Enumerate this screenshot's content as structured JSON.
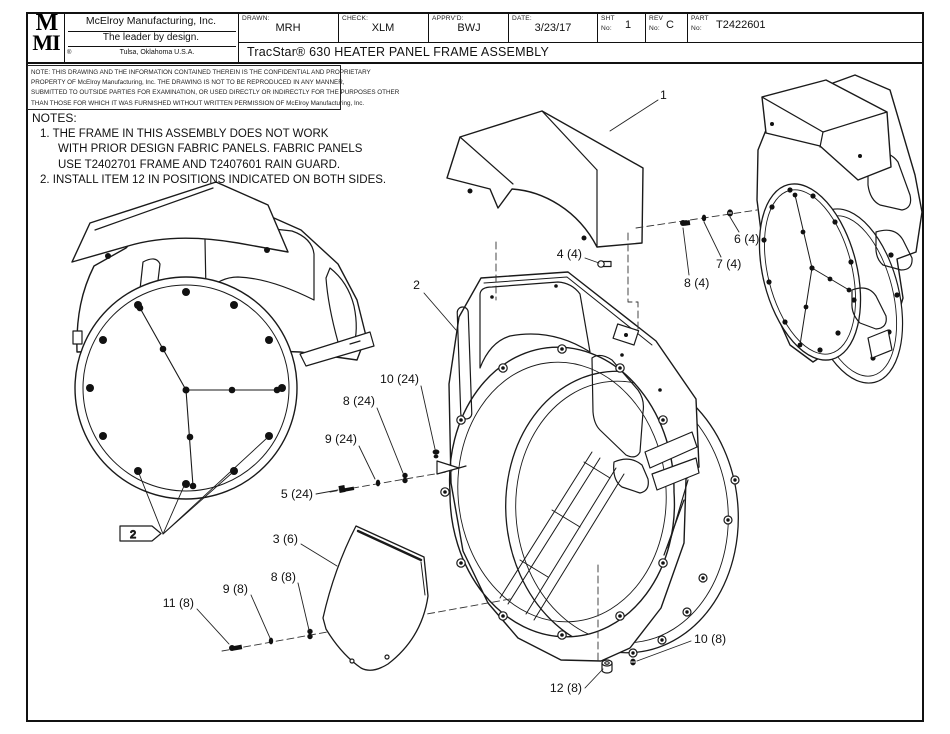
{
  "title_block": {
    "logo_line1": "M",
    "logo_line2": "MI",
    "company_name": "McElroy Manufacturing, Inc.",
    "tagline": "The leader by design.",
    "location": "Tulsa, Oklahoma U.S.A.",
    "location_mark": "®",
    "drawing_title": "TracStar® 630 HEATER PANEL FRAME ASSEMBLY",
    "fields": {
      "drawn": {
        "label": "DRAWN:",
        "value": "MRH"
      },
      "check": {
        "label": "CHECK:",
        "value": "XLM"
      },
      "apprvd": {
        "label": "APPRV'D:",
        "value": "BWJ"
      },
      "date": {
        "label": "DATE:",
        "value": "3/23/17"
      },
      "sht": {
        "label_line1": "SHT",
        "label_line2": "No:",
        "value": "1"
      },
      "rev": {
        "label_line1": "REV",
        "label_line2": "No:",
        "value": "C"
      },
      "part": {
        "label_line1": "PART",
        "label_line2": "No:",
        "value": "T2422601"
      }
    }
  },
  "confidential_note": {
    "lines": [
      "NOTE: THIS DRAWING AND THE INFORMATION CONTAINED THEREIN IS THE CONFIDENTIAL AND PROPRIETARY",
      "PROPERTY OF McElroy Manufacturing, Inc. THE DRAWING IS NOT TO BE REPRODUCED IN ANY MANNER,",
      "SUBMITTED TO OUTSIDE PARTIES FOR EXAMINATION, OR USED DIRECTLY OR INDIRECTLY FOR THE PURPOSES OTHER",
      "THAN THOSE FOR WHICH IT WAS FURNISHED WITHOUT WRITTEN PERMISSION OF McElroy Manufacturing, Inc."
    ]
  },
  "notes": {
    "heading": "NOTES:",
    "items": [
      {
        "text": "1. THE FRAME IN THIS ASSEMBLY DOES NOT WORK"
      },
      {
        "text": "WITH PRIOR DESIGN FABRIC PANELS. FABRIC PANELS"
      },
      {
        "text": "USE T2402701 FRAME AND T2407601 RAIN GUARD."
      },
      {
        "text": "2. INSTALL ITEM 12 IN POSITIONS INDICATED ON BOTH SIDES."
      }
    ]
  },
  "callouts": [
    {
      "id": "item-1",
      "label": "1"
    },
    {
      "id": "item-2",
      "label": "2"
    },
    {
      "id": "item-4",
      "label": "4 (4)"
    },
    {
      "id": "item-8-top",
      "label": "8 (4)"
    },
    {
      "id": "item-7",
      "label": "7 (4)"
    },
    {
      "id": "item-6",
      "label": "6 (4)"
    },
    {
      "id": "item-10-mid",
      "label": "10 (24)"
    },
    {
      "id": "item-8-mid",
      "label": "8 (24)"
    },
    {
      "id": "item-9-mid",
      "label": "9 (24)"
    },
    {
      "id": "item-5",
      "label": "5 (24)"
    },
    {
      "id": "item-3",
      "label": "3 (6)"
    },
    {
      "id": "item-8-bottom",
      "label": "8 (8)"
    },
    {
      "id": "item-9-bottom",
      "label": "9 (8)"
    },
    {
      "id": "item-11",
      "label": "11 (8)"
    },
    {
      "id": "item-10-bottom",
      "label": "10 (8)"
    },
    {
      "id": "item-12",
      "label": "12 (8)"
    }
  ],
  "note_flag": {
    "label": "2"
  }
}
